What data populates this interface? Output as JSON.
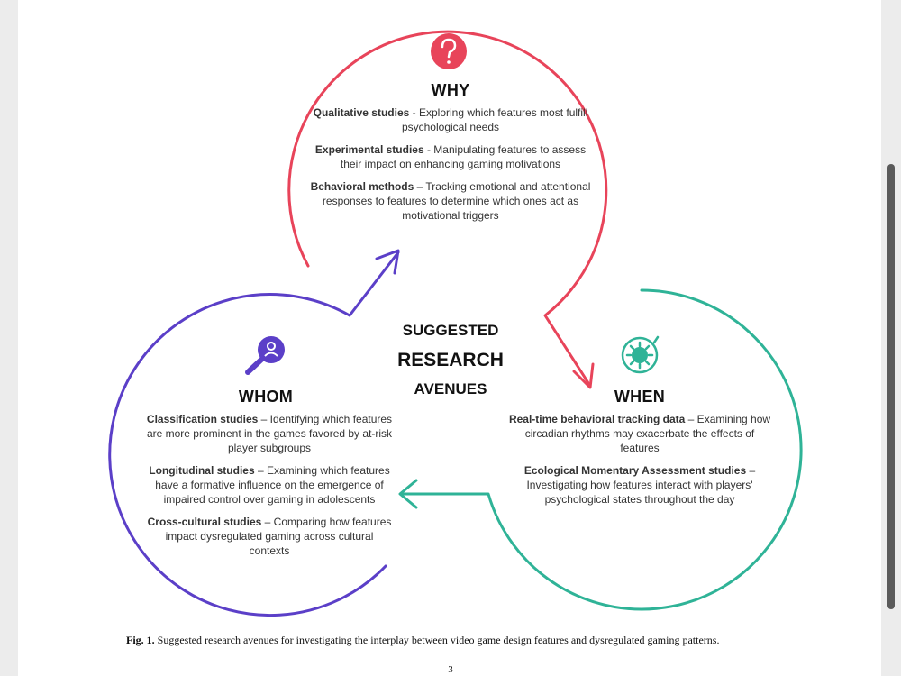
{
  "why": {
    "title": "WHY",
    "items": [
      {
        "label": "Qualitative studies",
        "text": " - Exploring which features most fulfill psychological needs"
      },
      {
        "label": "Experimental studies",
        "text": " - Manipulating features to assess their impact on enhancing gaming motivations"
      },
      {
        "label": "Behavioral methods",
        "text": " – Tracking emotional and attentional responses to features to determine which ones act as motivational triggers"
      }
    ]
  },
  "whom": {
    "title": "WHOM",
    "items": [
      {
        "label": "Classification studies",
        "text": " – Identifying which features are more prominent in the games favored by at-risk player subgroups"
      },
      {
        "label": "Longitudinal studies",
        "text": " – Examining which features have a formative influence on the emergence of impaired control over gaming in adolescents"
      },
      {
        "label": "Cross-cultural studies",
        "text": " – Comparing how features impact dysregulated gaming across cultural contexts"
      }
    ]
  },
  "when": {
    "title": "WHEN",
    "items": [
      {
        "label": "Real-time behavioral tracking data",
        "text": " – Examining how circadian rhythms may exacerbate the effects of features"
      },
      {
        "label": "Ecological Momentary Assessment studies",
        "text": " – Investigating how features interact with players' psychological states throughout the day"
      }
    ]
  },
  "center": {
    "line1": "SUGGESTED",
    "line2": "RESEARCH",
    "line3": "AVENUES"
  },
  "caption": {
    "label": "Fig. 1.",
    "text": " Suggested research avenues for investigating the interplay between video game design features and dysregulated gaming patterns."
  },
  "page_number": "3",
  "colors": {
    "why": "#e8445a",
    "whom": "#5b3fc8",
    "when": "#2fb397"
  }
}
